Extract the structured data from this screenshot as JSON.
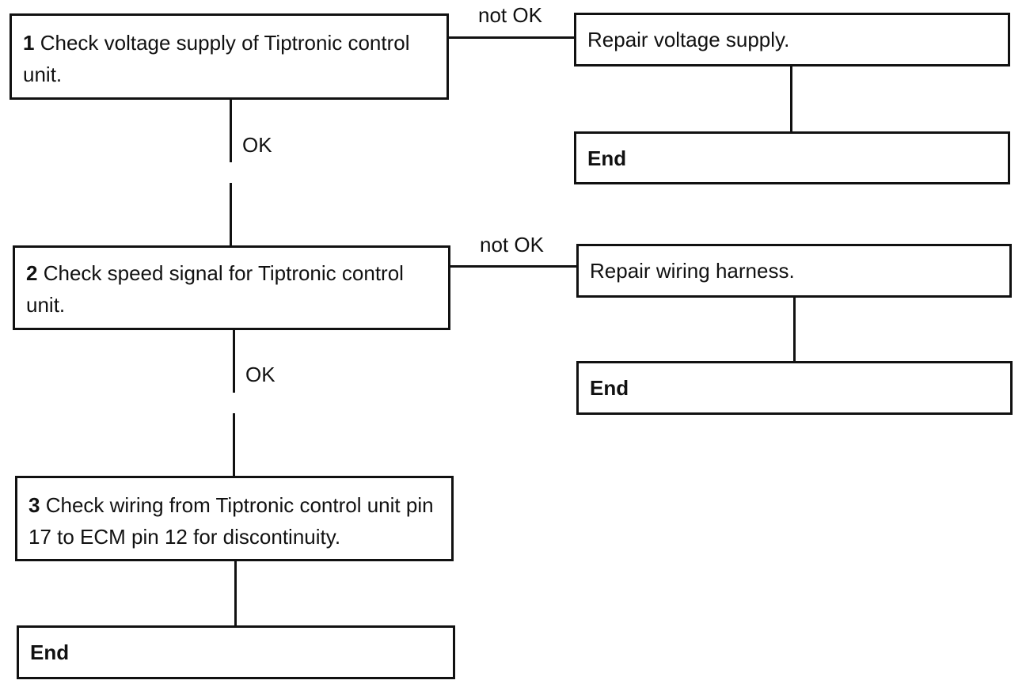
{
  "flowchart": {
    "step1": {
      "number": "1",
      "text": "Check voltage supply of Tiptronic control unit."
    },
    "step2": {
      "number": "2",
      "text": "Check speed signal for Tiptronic control unit."
    },
    "step3": {
      "number": "3",
      "text": "Check wiring from Tiptronic control unit pin 17 to ECM pin 12 for discontinuity."
    },
    "repair1": {
      "text": "Repair voltage supply."
    },
    "repair2": {
      "text": "Repair wiring harness."
    },
    "end_right_1": {
      "text": "End"
    },
    "end_right_2": {
      "text": "End"
    },
    "end_bottom": {
      "text": "End"
    },
    "labels": {
      "ok_1": "OK",
      "ok_2": "OK",
      "not_ok_1": "not OK",
      "not_ok_2": "not OK"
    }
  }
}
